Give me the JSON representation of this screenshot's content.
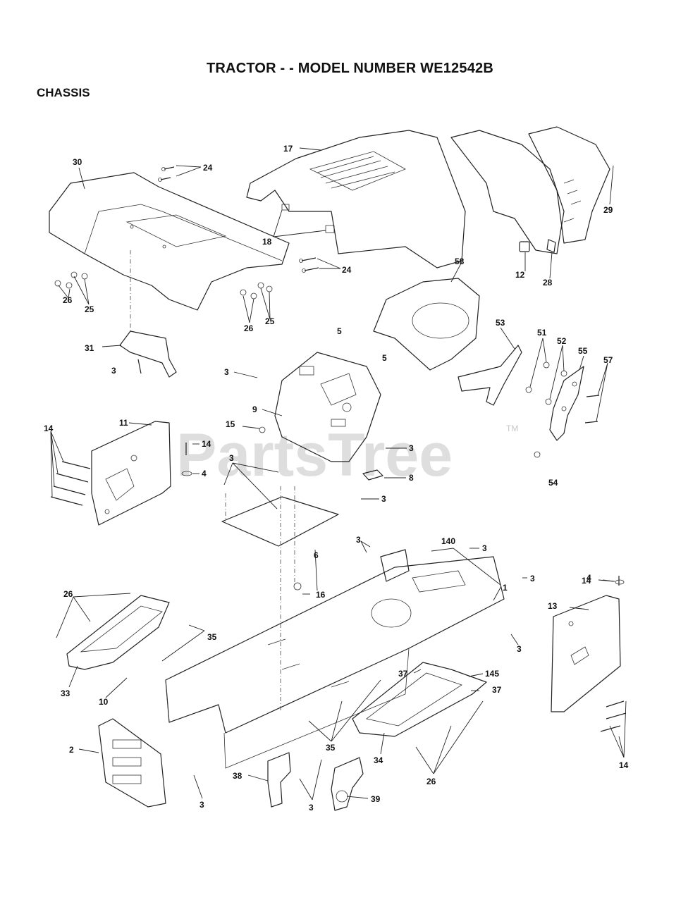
{
  "title": "TRACTOR - - MODEL NUMBER WE12542B",
  "section": "CHASSIS",
  "watermark": {
    "brand": "PartsTree",
    "trademark": "TM"
  },
  "callouts": [
    {
      "id": "c30",
      "text": "30"
    },
    {
      "id": "c24a",
      "text": "24"
    },
    {
      "id": "c17",
      "text": "17"
    },
    {
      "id": "c29",
      "text": "29"
    },
    {
      "id": "c18",
      "text": "18"
    },
    {
      "id": "c24b",
      "text": "24"
    },
    {
      "id": "c12",
      "text": "12"
    },
    {
      "id": "c28",
      "text": "28"
    },
    {
      "id": "c25a",
      "text": "25"
    },
    {
      "id": "c26a",
      "text": "26"
    },
    {
      "id": "c26b",
      "text": "26"
    },
    {
      "id": "c25b",
      "text": "25"
    },
    {
      "id": "c58",
      "text": "58"
    },
    {
      "id": "c5a",
      "text": "5"
    },
    {
      "id": "c31",
      "text": "31"
    },
    {
      "id": "c5b",
      "text": "5"
    },
    {
      "id": "c53",
      "text": "53"
    },
    {
      "id": "c51",
      "text": "51"
    },
    {
      "id": "c52",
      "text": "52"
    },
    {
      "id": "c55",
      "text": "55"
    },
    {
      "id": "c57",
      "text": "57"
    },
    {
      "id": "c3a",
      "text": "3"
    },
    {
      "id": "c3b",
      "text": "3"
    },
    {
      "id": "c9",
      "text": "9"
    },
    {
      "id": "c14a",
      "text": "14"
    },
    {
      "id": "c11",
      "text": "11"
    },
    {
      "id": "c15",
      "text": "15"
    },
    {
      "id": "c14b",
      "text": "14"
    },
    {
      "id": "c4a",
      "text": "4"
    },
    {
      "id": "c3c",
      "text": "3"
    },
    {
      "id": "c54",
      "text": "54"
    },
    {
      "id": "c3d",
      "text": "3"
    },
    {
      "id": "c8",
      "text": "8"
    },
    {
      "id": "c3e",
      "text": "3"
    },
    {
      "id": "c6",
      "text": "6"
    },
    {
      "id": "c3f",
      "text": "3"
    },
    {
      "id": "c140",
      "text": "140"
    },
    {
      "id": "c3g",
      "text": "3"
    },
    {
      "id": "c14c",
      "text": "14"
    },
    {
      "id": "c3h",
      "text": "3"
    },
    {
      "id": "c1",
      "text": "1"
    },
    {
      "id": "c4b",
      "text": "4"
    },
    {
      "id": "c16",
      "text": "16"
    },
    {
      "id": "c26c",
      "text": "26"
    },
    {
      "id": "c13",
      "text": "13"
    },
    {
      "id": "c35a",
      "text": "35"
    },
    {
      "id": "c3i",
      "text": "3"
    },
    {
      "id": "c37a",
      "text": "37"
    },
    {
      "id": "c145",
      "text": "145"
    },
    {
      "id": "c37b",
      "text": "37"
    },
    {
      "id": "c33",
      "text": "33"
    },
    {
      "id": "c10",
      "text": "10"
    },
    {
      "id": "c2",
      "text": "2"
    },
    {
      "id": "c35b",
      "text": "35"
    },
    {
      "id": "c34",
      "text": "34"
    },
    {
      "id": "c26d",
      "text": "26"
    },
    {
      "id": "c14d",
      "text": "14"
    },
    {
      "id": "c38",
      "text": "38"
    },
    {
      "id": "c3j",
      "text": "3"
    },
    {
      "id": "c39",
      "text": "39"
    },
    {
      "id": "c3k",
      "text": "3"
    }
  ]
}
